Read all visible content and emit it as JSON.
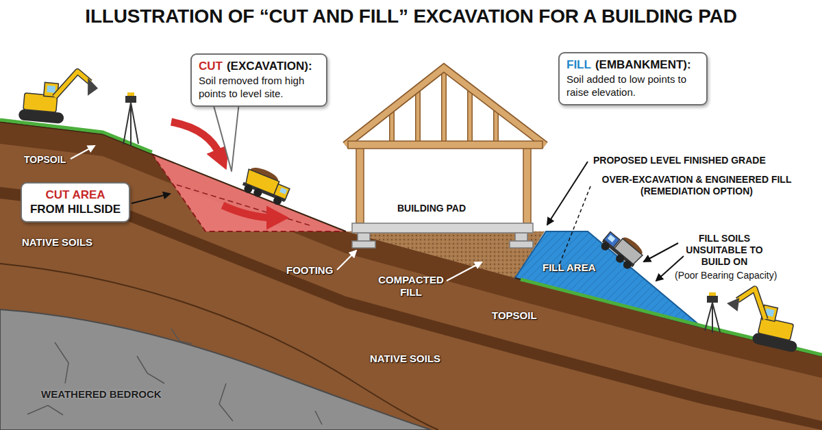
{
  "diagram": {
    "title": "ILLUSTRATION OF “CUT AND FILL” EXCAVATION FOR A BUILDING PAD",
    "nodes": [
      {
        "text": [
          "CUT",
          "(EXCAVATION):",
          "Soil removed from high points to level site."
        ]
      },
      {
        "text": [
          "FILL",
          "(EMBANKMENT):",
          "Soil added to low points to raise elevation."
        ]
      },
      {
        "text": [
          "CUT AREA",
          "FROM HILLSIDE"
        ]
      }
    ],
    "labels": [
      "TOPSOIL",
      "NATIVE SOILS",
      "FOOTING",
      "COMPACTED FILL",
      "TOPSOIL",
      "NATIVE SOILS",
      "WEATHERED BEDROCK",
      "BUILDING PAD",
      "PROPOSED LEVEL FINISHED GRADE",
      "OVER-EXCAVATION & ENGINEERED FILL (REMEDIATION OPTION)",
      "FILL AREA",
      "FILL SOILS UNSUITABLE TO BUILD ON",
      "(Poor Bearing Capacity)"
    ]
  }
}
